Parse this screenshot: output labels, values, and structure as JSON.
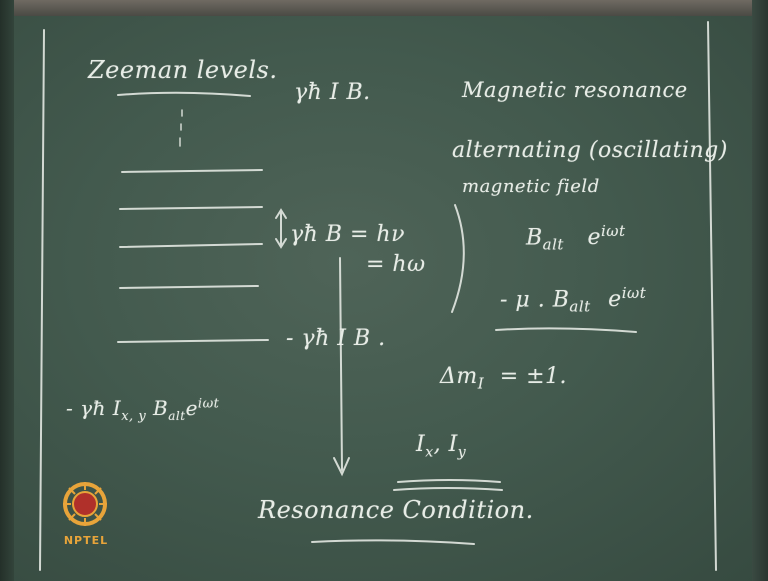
{
  "board": {
    "title": "Zeeman levels.",
    "hamiltonian": "γħ I B.",
    "heading_line1": "Magnetic resonance",
    "heading_line2": "alternating (oscillating)",
    "heading_line3": "magnetic field",
    "field_term": "B",
    "field_sub": "alt",
    "field_exp": "e",
    "field_exp_sup": "iωt",
    "interaction_term": "- μ . B",
    "interaction_sub": "alt",
    "interaction_exp": "e",
    "interaction_exp_sup": "iωt",
    "energy_gap": "γħ B = hν",
    "energy_gap_2": "= hω",
    "energy_levels_label": "- γħ I B .",
    "selection_rule": "Δm",
    "selection_rule_sub": "I",
    "selection_rule_value": "= ±1.",
    "operators": "I",
    "operators_sub1": "x",
    "operators_comma": ", I",
    "operators_sub2": "y",
    "perturbation": "- γħ I",
    "perturbation_sub": "x, y",
    "perturbation_B": "B",
    "perturbation_B_sub": "alt",
    "perturbation_exp": "e",
    "perturbation_exp_sup": "iωt",
    "conclusion": "Resonance Condition."
  },
  "logo": {
    "text": "NPTEL",
    "color": "#e8a43a"
  }
}
